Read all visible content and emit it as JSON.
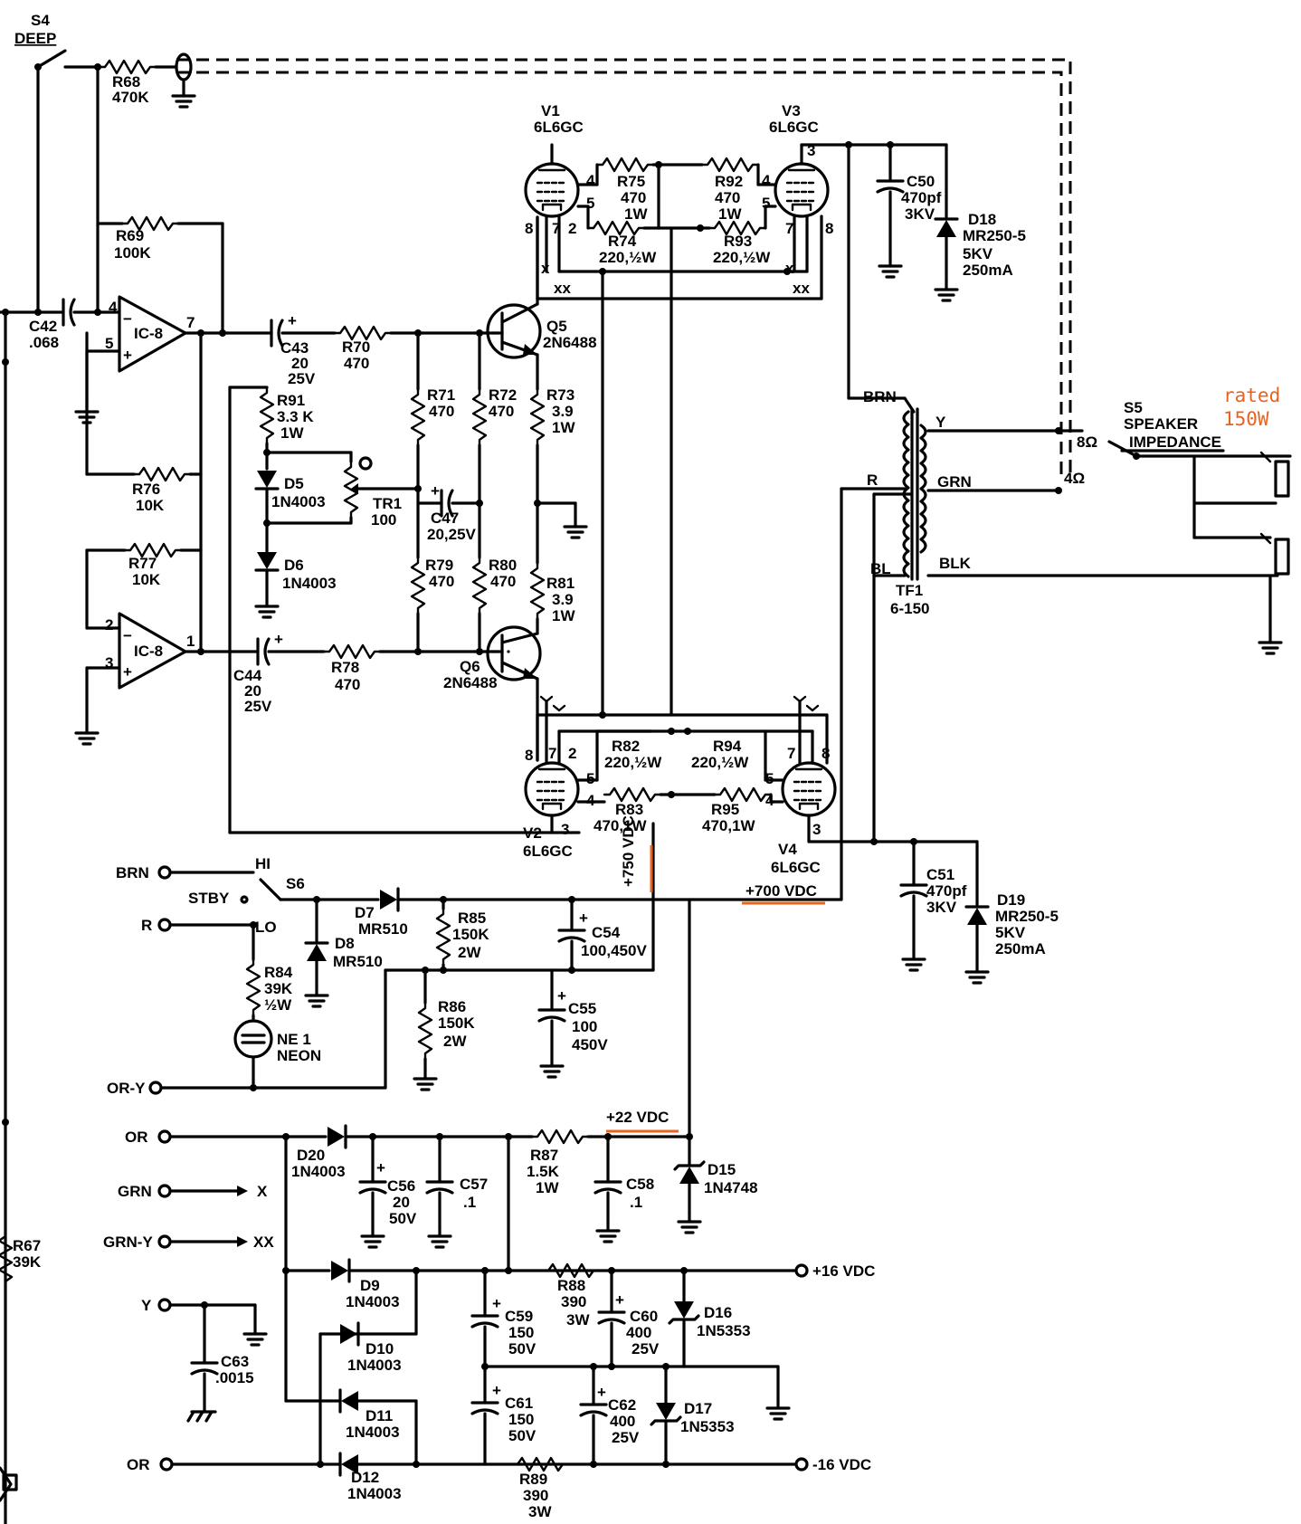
{
  "switch_s4": {
    "name": "S4",
    "label": "DEEP"
  },
  "resistors": {
    "r68": {
      "ref": "R68",
      "value": "470K"
    },
    "r69": {
      "ref": "R69",
      "value": "100K"
    },
    "r76": {
      "ref": "R76",
      "value": "10K"
    },
    "r77": {
      "ref": "R77",
      "value": "10K"
    },
    "r70": {
      "ref": "R70",
      "value": "470"
    },
    "r78": {
      "ref": "R78",
      "value": "470"
    },
    "r71": {
      "ref": "R71",
      "value": "470"
    },
    "r72": {
      "ref": "R72",
      "value": "470"
    },
    "r73": {
      "ref": "R73",
      "value": "3.9",
      "rating": "1W"
    },
    "r79": {
      "ref": "R79",
      "value": "470"
    },
    "r80": {
      "ref": "R80",
      "value": "470"
    },
    "r81": {
      "ref": "R81",
      "value": "3.9",
      "rating": "1W"
    },
    "r91": {
      "ref": "R91",
      "value": "3.3 K",
      "rating": "1W"
    },
    "r75": {
      "ref": "R75",
      "value": "470",
      "rating": "1W"
    },
    "r92": {
      "ref": "R92",
      "value": "470",
      "rating": "1W"
    },
    "r74": {
      "ref": "R74",
      "value": "220,½W"
    },
    "r93": {
      "ref": "R93",
      "value": "220,½W"
    },
    "r82": {
      "ref": "R82",
      "value": "220,½W"
    },
    "r94": {
      "ref": "R94",
      "value": "220,½W"
    },
    "r83": {
      "ref": "R83",
      "value": "470,1W"
    },
    "r95": {
      "ref": "R95",
      "value": "470,1W"
    },
    "r84": {
      "ref": "R84",
      "value": "39K",
      "rating": "½W"
    },
    "r85": {
      "ref": "R85",
      "value": "150K",
      "rating": "2W"
    },
    "r86": {
      "ref": "R86",
      "value": "150K",
      "rating": "2W"
    },
    "r87": {
      "ref": "R87",
      "value": "1.5K",
      "rating": "1W"
    },
    "r88": {
      "ref": "R88",
      "value": "390",
      "rating": "3W"
    },
    "r89": {
      "ref": "R89",
      "value": "390",
      "rating": "3W"
    },
    "r67": {
      "ref": "R67",
      "value": "39K"
    }
  },
  "trimmer_tr1": {
    "ref": "TR1",
    "value": "100"
  },
  "capacitors": {
    "c42": {
      "ref": "C42",
      "value": ".068"
    },
    "c43": {
      "ref": "C43",
      "value": "20",
      "voltage": "25V"
    },
    "c44": {
      "ref": "C44",
      "value": "20",
      "voltage": "25V"
    },
    "c47": {
      "ref": "C47",
      "value": "20,25V"
    },
    "c50": {
      "ref": "C50",
      "value": "470pf",
      "voltage": "3KV"
    },
    "c51": {
      "ref": "C51",
      "value": "470pf",
      "voltage": "3KV"
    },
    "c54": {
      "ref": "C54",
      "value": "100,450V"
    },
    "c55": {
      "ref": "C55",
      "value": "100",
      "voltage": "450V"
    },
    "c56": {
      "ref": "C56",
      "value": "20",
      "voltage": "50V"
    },
    "c57": {
      "ref": "C57",
      "value": ".1"
    },
    "c58": {
      "ref": "C58",
      "value": ".1"
    },
    "c59": {
      "ref": "C59",
      "value": "150",
      "voltage": "50V"
    },
    "c60": {
      "ref": "C60",
      "value": "400",
      "voltage": "25V"
    },
    "c61": {
      "ref": "C61",
      "value": "150",
      "voltage": "50V"
    },
    "c62": {
      "ref": "C62",
      "value": "400",
      "voltage": "25V"
    },
    "c63": {
      "ref": "C63",
      "value": ".0015"
    }
  },
  "opamps": {
    "top": {
      "ref": "IC-8",
      "pins": [
        "4",
        "5",
        "7"
      ]
    },
    "bottom": {
      "ref": "IC-8",
      "pins": [
        "2",
        "3",
        "1"
      ]
    }
  },
  "transistors": {
    "q5": {
      "ref": "Q5",
      "part": "2N6488"
    },
    "q6": {
      "ref": "Q6",
      "part": "2N6488"
    }
  },
  "tubes": {
    "v1": {
      "ref": "V1",
      "part": "6L6GC"
    },
    "v2": {
      "ref": "V2",
      "part": "6L6GC"
    },
    "v3": {
      "ref": "V3",
      "part": "6L6GC"
    },
    "v4": {
      "ref": "V4",
      "part": "6L6GC"
    },
    "pin_labels": [
      "4",
      "5",
      "8",
      "7",
      "2",
      "3"
    ],
    "heater_marks": [
      "x",
      "xx"
    ]
  },
  "diodes": {
    "d5": {
      "ref": "D5",
      "part": "1N4003"
    },
    "d6": {
      "ref": "D6",
      "part": "1N4003"
    },
    "d7": {
      "ref": "D7",
      "part": "MR510"
    },
    "d8": {
      "ref": "D8",
      "part": "MR510"
    },
    "d9": {
      "ref": "D9",
      "part": "1N4003"
    },
    "d10": {
      "ref": "D10",
      "part": "1N4003"
    },
    "d11": {
      "ref": "D11",
      "part": "1N4003"
    },
    "d12": {
      "ref": "D12",
      "part": "1N4003"
    },
    "d15": {
      "ref": "D15",
      "part": "1N4748"
    },
    "d16": {
      "ref": "D16",
      "part": "1N5353"
    },
    "d17": {
      "ref": "D17",
      "part": "1N5353"
    },
    "d18": {
      "ref": "D18",
      "part": "MR250-5",
      "voltage": "5KV",
      "current": "250mA"
    },
    "d19": {
      "ref": "D19",
      "part": "MR250-5",
      "voltage": "5KV",
      "current": "250mA"
    },
    "d20": {
      "ref": "D20",
      "part": "1N4003"
    }
  },
  "transformer_tf1": {
    "ref": "TF1",
    "part": "6-150",
    "taps": [
      "BRN",
      "R",
      "BL",
      "Y",
      "GRN",
      "BLK"
    ]
  },
  "switch_s5": {
    "ref": "S5",
    "label1": "SPEAKER",
    "label2": "IMPEDANCE",
    "pos8": "8Ω",
    "pos4": "4Ω"
  },
  "switch_s6": {
    "ref": "S6",
    "hi": "HI",
    "lo": "LO",
    "stby": "STBY"
  },
  "neon": {
    "ref": "NE 1",
    "part": "NEON"
  },
  "inputs": {
    "brn": "BRN",
    "r": "R",
    "ory": "OR-Y",
    "or1": "OR",
    "grn": "GRN",
    "grny": "GRN-Y",
    "y": "Y",
    "or2": "OR",
    "x": "X",
    "xx": "XX"
  },
  "rails": {
    "v700": "+700 VDC",
    "v750": "+750 VDC",
    "v22": "+22 VDC",
    "v16p": "+16 VDC",
    "v16n": "-16 VDC"
  },
  "annotation": {
    "line1": "rated",
    "line2": "150W"
  }
}
